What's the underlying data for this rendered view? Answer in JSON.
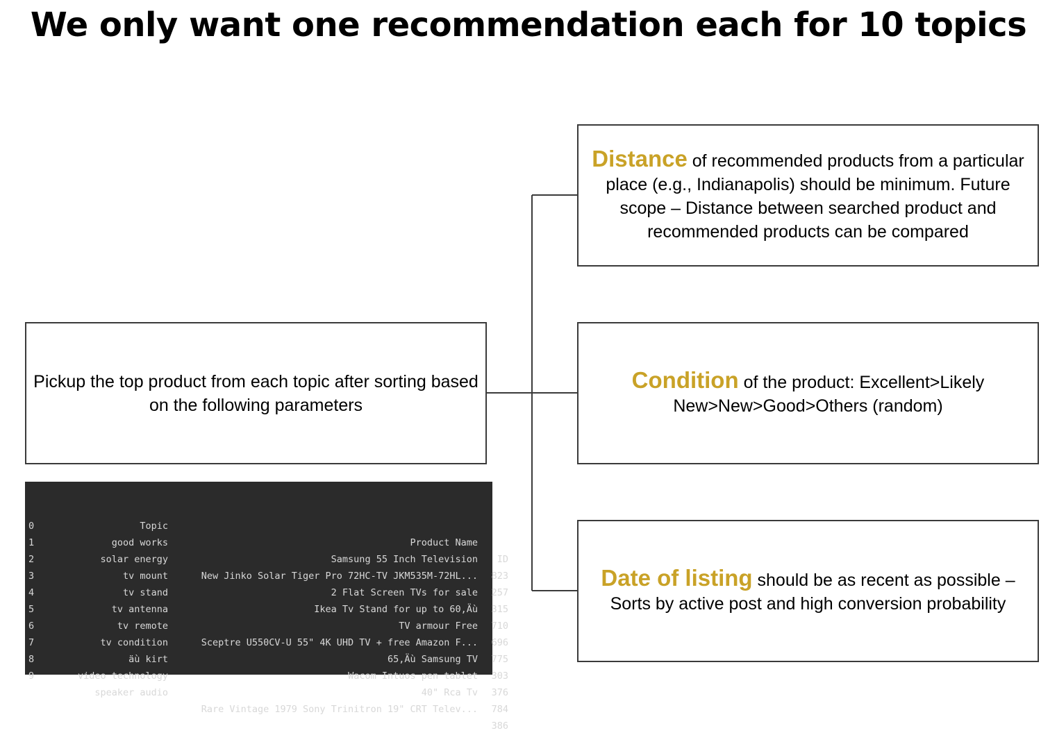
{
  "title": "We only want one recommendation each for 10 topics",
  "colors": {
    "keyword": "#c9a227",
    "box_border": "#3a3a3a",
    "table_bg": "#2b2b2b",
    "table_text": "#d8d8d8"
  },
  "main_box": {
    "text": "Pickup the top product from each topic after sorting based on the following parameters"
  },
  "parameters": [
    {
      "keyword": "Distance",
      "text": " of recommended products from a particular place (e.g., Indianapolis) should be minimum. Future scope – Distance between searched product and recommended products can be compared"
    },
    {
      "keyword": "Condition",
      "text": " of the product: Excellent>Likely New>New>Good>Others (random)"
    },
    {
      "keyword": "Date of listing",
      "text": " should be as recent as possible – Sorts by active post and high conversion probability"
    }
  ],
  "table": {
    "headers": {
      "index": "",
      "topic": "Topic",
      "product": "Product Name",
      "id": "ID"
    },
    "rows": [
      {
        "index": "0",
        "topic": "good works",
        "product": "Samsung 55 Inch Television",
        "id": "823"
      },
      {
        "index": "1",
        "topic": "solar energy",
        "product": "New Jinko Solar Tiger Pro 72HC-TV JKM535M-72HL...",
        "id": "257"
      },
      {
        "index": "2",
        "topic": "tv mount",
        "product": "2 Flat Screen TVs for sale",
        "id": "315"
      },
      {
        "index": "3",
        "topic": "tv stand",
        "product": "Ikea Tv Stand for up to 60,Äù",
        "id": "710"
      },
      {
        "index": "4",
        "topic": "tv antenna",
        "product": "TV armour Free",
        "id": "696"
      },
      {
        "index": "5",
        "topic": "tv remote",
        "product": "Sceptre U550CV-U 55\" 4K UHD TV + free Amazon F...",
        "id": "775"
      },
      {
        "index": "6",
        "topic": "tv condition",
        "product": "65,Äù Samsung TV",
        "id": "303"
      },
      {
        "index": "7",
        "topic": "äù kirt",
        "product": "Wacom Intuos pen tablet",
        "id": "376"
      },
      {
        "index": "8",
        "topic": "video technology",
        "product": "40\" Rca Tv",
        "id": "784"
      },
      {
        "index": "9",
        "topic": "speaker audio",
        "product": "Rare Vintage 1979 Sony Trinitron 19\" CRT Telev...",
        "id": "386"
      }
    ]
  }
}
